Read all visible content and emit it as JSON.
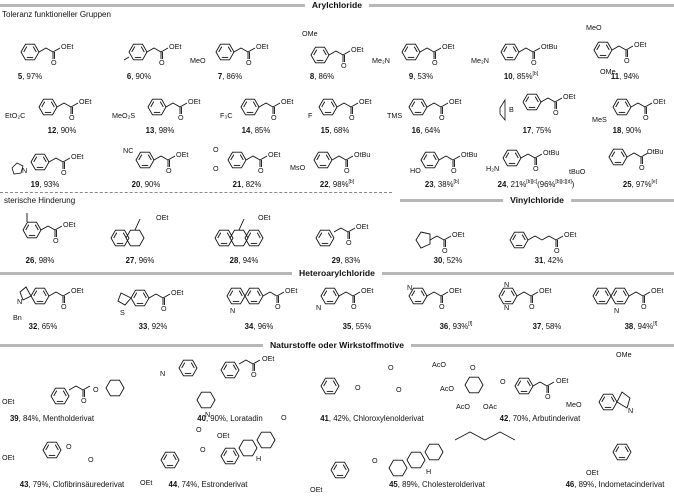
{
  "sections": {
    "arylchloride": "Arylchloride",
    "vinylchloride": "Vinylchloride",
    "heteroarylchloride": "Heteroarylchloride",
    "natural": "Naturstoffe oder Wirkstoffmotive"
  },
  "subsections": {
    "tolerance": "Toleranz funktioneller Gruppen",
    "steric": "sterische Hinderung"
  },
  "compounds": [
    {
      "num": "5",
      "text": ", 97%",
      "sup": ""
    },
    {
      "num": "6",
      "text": ", 90%",
      "sup": ""
    },
    {
      "num": "7",
      "text": ", 86%",
      "sup": ""
    },
    {
      "num": "8",
      "text": ", 86%",
      "sup": ""
    },
    {
      "num": "9",
      "text": ", 53%",
      "sup": ""
    },
    {
      "num": "10",
      "text": ", 85%",
      "sup": "[b]"
    },
    {
      "num": "11",
      "text": ", 94%",
      "sup": ""
    },
    {
      "num": "12",
      "text": ", 90%",
      "sup": ""
    },
    {
      "num": "13",
      "text": ", 98%",
      "sup": ""
    },
    {
      "num": "14",
      "text": ", 85%",
      "sup": ""
    },
    {
      "num": "15",
      "text": ", 68%",
      "sup": ""
    },
    {
      "num": "16",
      "text": ", 64%",
      "sup": ""
    },
    {
      "num": "17",
      "text": ", 75%",
      "sup": ""
    },
    {
      "num": "18",
      "text": ", 90%",
      "sup": ""
    },
    {
      "num": "19",
      "text": ", 93%",
      "sup": ""
    },
    {
      "num": "20",
      "text": ", 90%",
      "sup": ""
    },
    {
      "num": "21",
      "text": ", 82%",
      "sup": ""
    },
    {
      "num": "22",
      "text": ", 98%",
      "sup": "[b]"
    },
    {
      "num": "23",
      "text": ", 38%",
      "sup": "[b]"
    },
    {
      "num": "24",
      "text": ", 21%",
      "sup": "[b][c]",
      "text2": "(96%",
      "sup2": "[b][c][d]",
      "text3": ")"
    },
    {
      "num": "25",
      "text": ", 97%",
      "sup": "[e]"
    },
    {
      "num": "26",
      "text": ", 98%",
      "sup": ""
    },
    {
      "num": "27",
      "text": ", 96%",
      "sup": ""
    },
    {
      "num": "28",
      "text": ", 94%",
      "sup": ""
    },
    {
      "num": "29",
      "text": ", 83%",
      "sup": ""
    },
    {
      "num": "30",
      "text": ", 52%",
      "sup": ""
    },
    {
      "num": "31",
      "text": ", 42%",
      "sup": ""
    },
    {
      "num": "32",
      "text": ", 65%",
      "sup": ""
    },
    {
      "num": "33",
      "text": ", 92%",
      "sup": ""
    },
    {
      "num": "34",
      "text": ", 96%",
      "sup": ""
    },
    {
      "num": "35",
      "text": ", 55%",
      "sup": ""
    },
    {
      "num": "36",
      "text": ", 93%",
      "sup": "[f]"
    },
    {
      "num": "37",
      "text": ", 58%",
      "sup": ""
    },
    {
      "num": "38",
      "text": ", 94%",
      "sup": "[f]"
    },
    {
      "num": "39",
      "text": ", 84%, Mentholderivat",
      "sup": ""
    },
    {
      "num": "40",
      "text": ", 90%, Loratadin",
      "sup": ""
    },
    {
      "num": "41",
      "text": ", 42%, Chloroxylenolderivat",
      "sup": ""
    },
    {
      "num": "42",
      "text": ", 70%, Arbutinderivat",
      "sup": ""
    },
    {
      "num": "43",
      "text": ", 79%, Clofibrinsäurederivat",
      "sup": ""
    },
    {
      "num": "44",
      "text": ", 74%, Estronderivat",
      "sup": ""
    },
    {
      "num": "45",
      "text": ", 89%, Cholesterolderivat",
      "sup": ""
    },
    {
      "num": "46",
      "text": ", 89%, Indometacinderivat",
      "sup": ""
    }
  ],
  "atom_labels": {
    "OEt": "OEt",
    "OtBu": "OtBu",
    "OMe": "OMe",
    "MeO": "MeO",
    "Me2N": "Me₂N",
    "EtO2C": "EtO₂C",
    "MeO2S": "MeO₂S",
    "F3C": "F₃C",
    "F": "F",
    "TMS": "TMS",
    "MeS": "MeS",
    "NC": "NC",
    "MsO": "MsO",
    "HO": "HO",
    "H2N": "H₂N",
    "tBuO": "tBuO",
    "N": "N",
    "S": "S",
    "O": "O",
    "B": "B",
    "Bn": "Bn",
    "AcO": "AcO",
    "OAc": "OAc",
    "H": "H",
    "OMe_short": "OMe"
  }
}
